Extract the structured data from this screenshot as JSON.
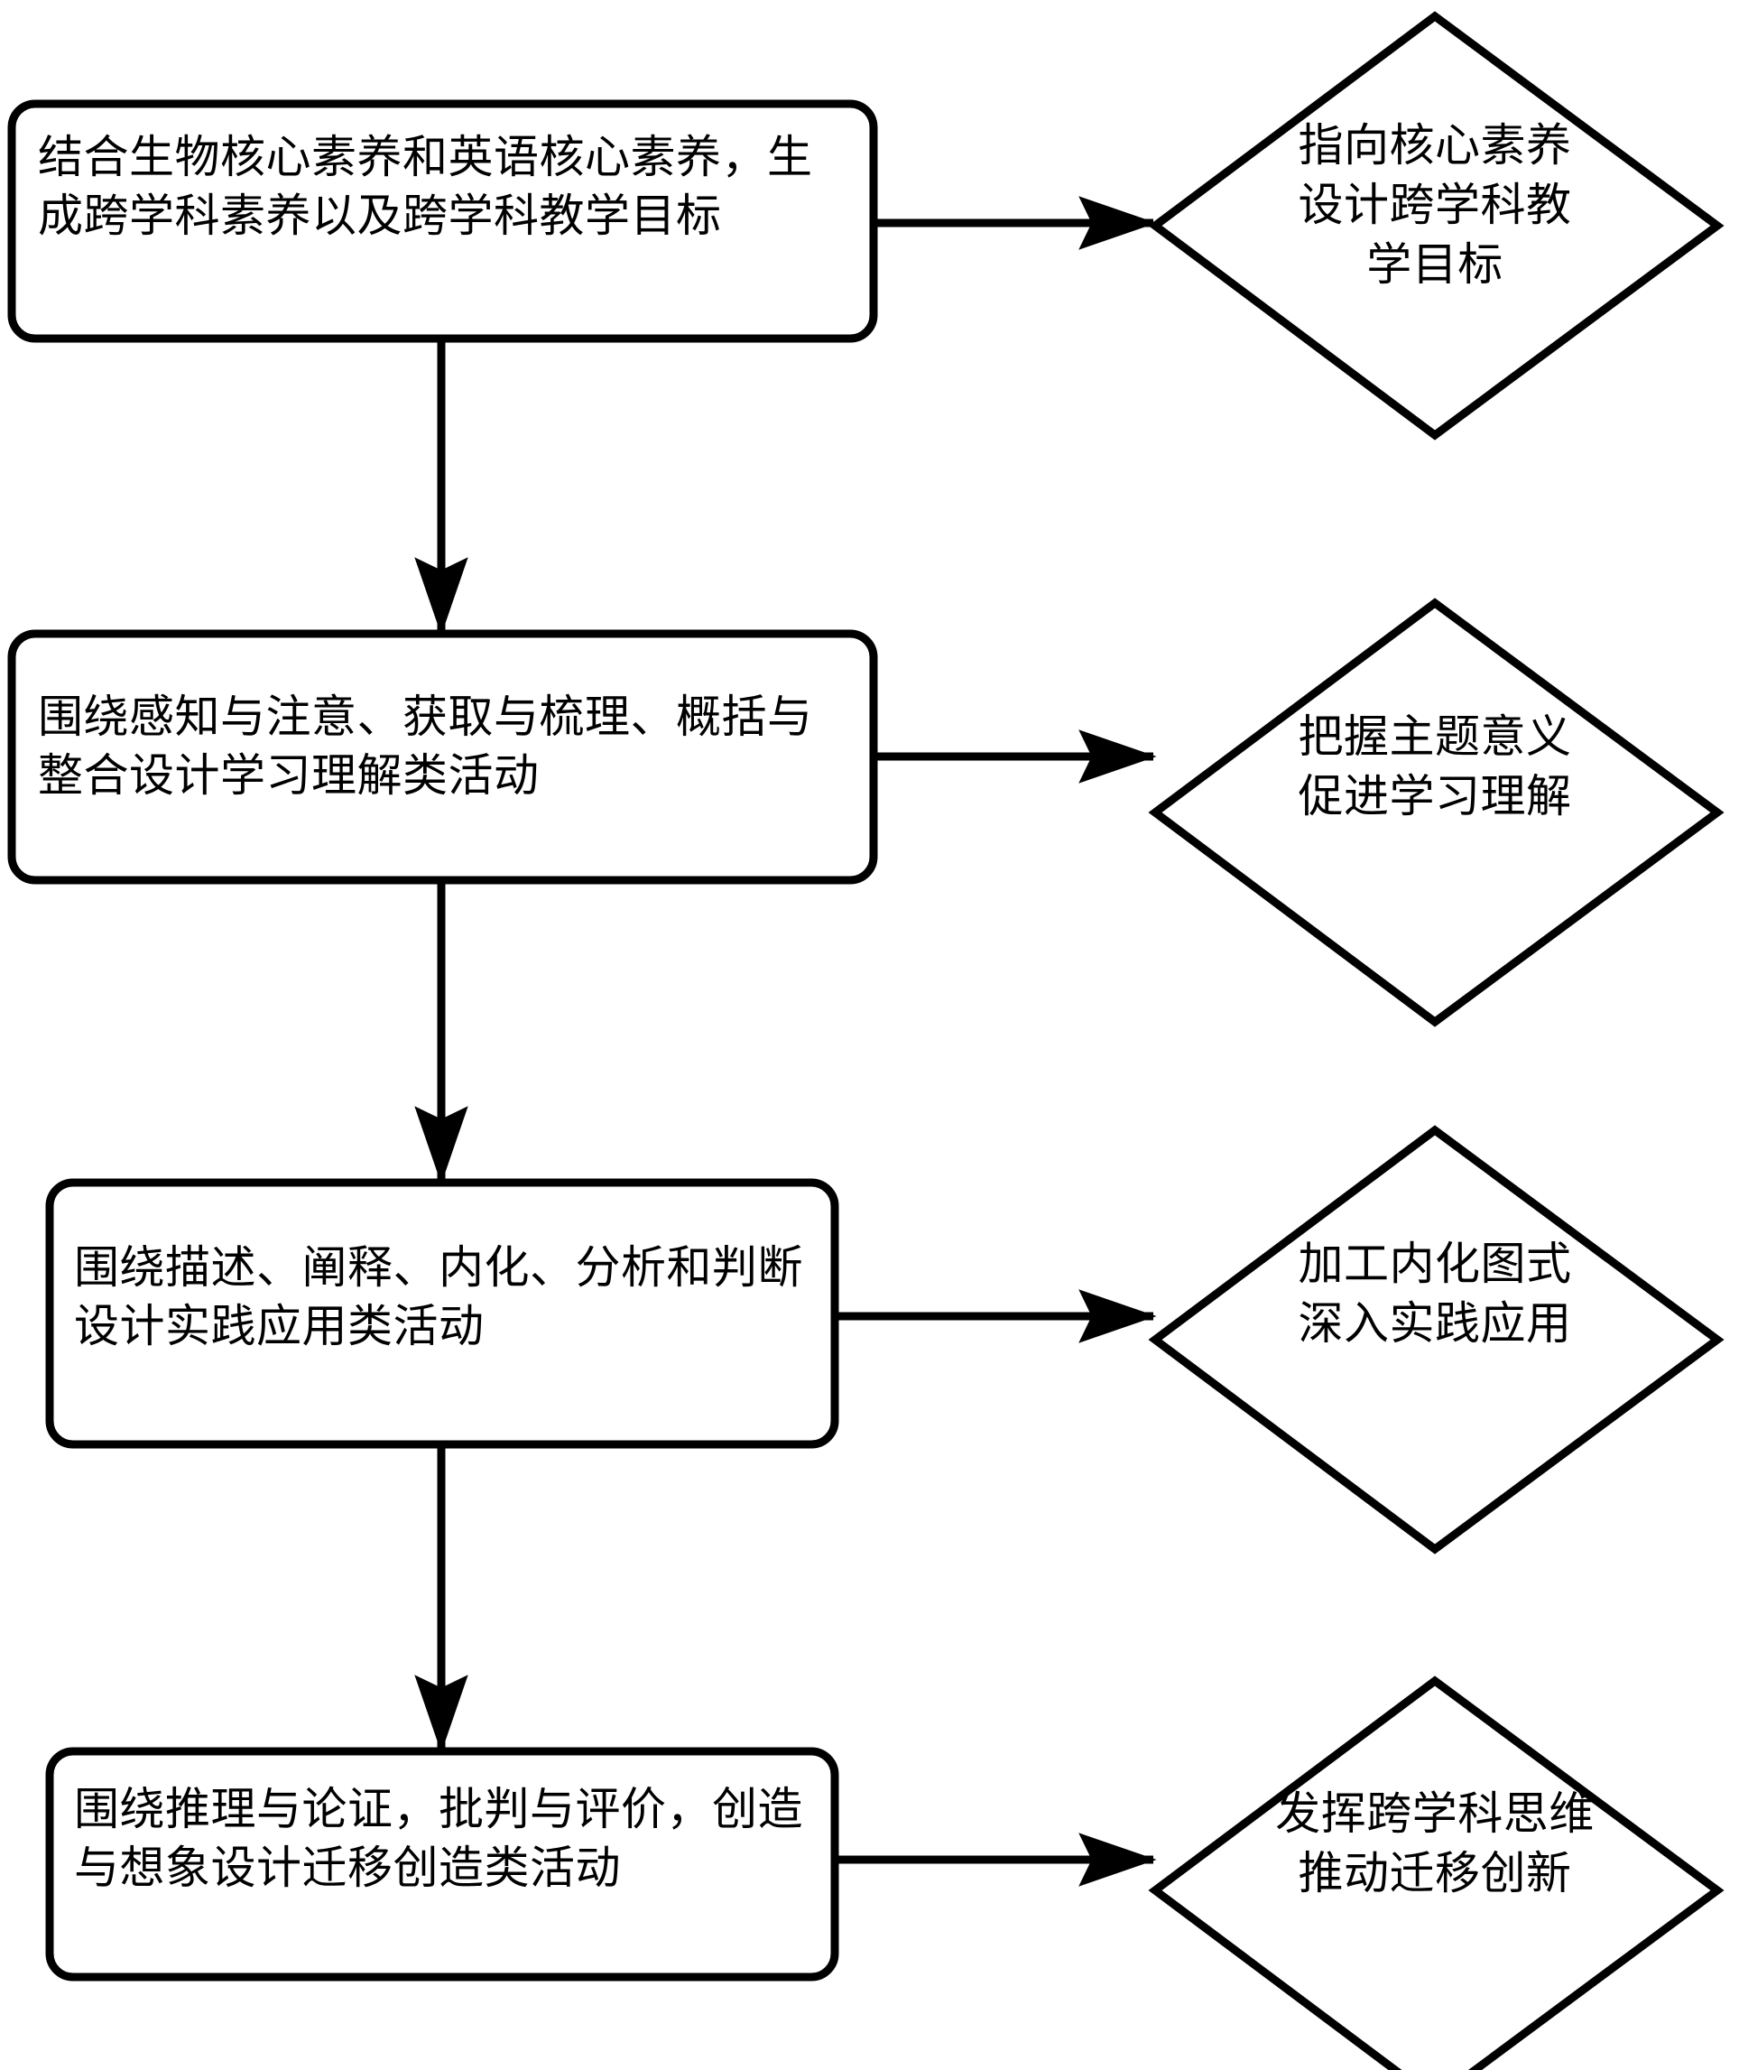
{
  "diagram": {
    "type": "flowchart",
    "orientation": "vertical-with-side-branches",
    "background_color": "#ffffff",
    "stroke_color": "#000000",
    "fill_color": "#ffffff",
    "process_nodes": [
      {
        "id": "process-1",
        "shape": "rounded-rectangle",
        "text": "结合生物核心素养和英语核心素养，生成跨学科素养以及跨学科教学目标"
      },
      {
        "id": "process-2",
        "shape": "rounded-rectangle",
        "text": "围绕感知与注意、获取与梳理、概括与整合设计学习理解类活动"
      },
      {
        "id": "process-3",
        "shape": "rounded-rectangle",
        "text": "围绕描述、阐释、内化、分析和判断设计实践应用类活动"
      },
      {
        "id": "process-4",
        "shape": "rounded-rectangle",
        "text": "围绕推理与论证，批判与评价，创造与想象设计迁移创造类活动"
      }
    ],
    "decision_nodes": [
      {
        "id": "decision-1",
        "shape": "diamond",
        "text": "指向核心素养\n设计跨学科教\n学目标"
      },
      {
        "id": "decision-2",
        "shape": "diamond",
        "text": "把握主题意义\n促进学习理解"
      },
      {
        "id": "decision-3",
        "shape": "diamond",
        "text": "加工内化图式\n深入实践应用"
      },
      {
        "id": "decision-4",
        "shape": "diamond",
        "text": "发挥跨学科思维\n推动迁移创新"
      }
    ],
    "connectors": [
      {
        "id": "connector-p1-p2",
        "from": "process-1",
        "to": "process-2",
        "direction": "down",
        "arrow": true
      },
      {
        "id": "connector-p2-p3",
        "from": "process-2",
        "to": "process-3",
        "direction": "down",
        "arrow": true
      },
      {
        "id": "connector-p3-p4",
        "from": "process-3",
        "to": "process-4",
        "direction": "down",
        "arrow": true
      },
      {
        "id": "connector-p1-d1",
        "from": "process-1",
        "to": "decision-1",
        "direction": "right",
        "arrow": true
      },
      {
        "id": "connector-p2-d2",
        "from": "process-2",
        "to": "decision-2",
        "direction": "right",
        "arrow": true
      },
      {
        "id": "connector-p3-d3",
        "from": "process-3",
        "to": "decision-3",
        "direction": "right",
        "arrow": true
      },
      {
        "id": "connector-p4-d4",
        "from": "process-4",
        "to": "decision-4",
        "direction": "right",
        "arrow": true
      }
    ]
  }
}
